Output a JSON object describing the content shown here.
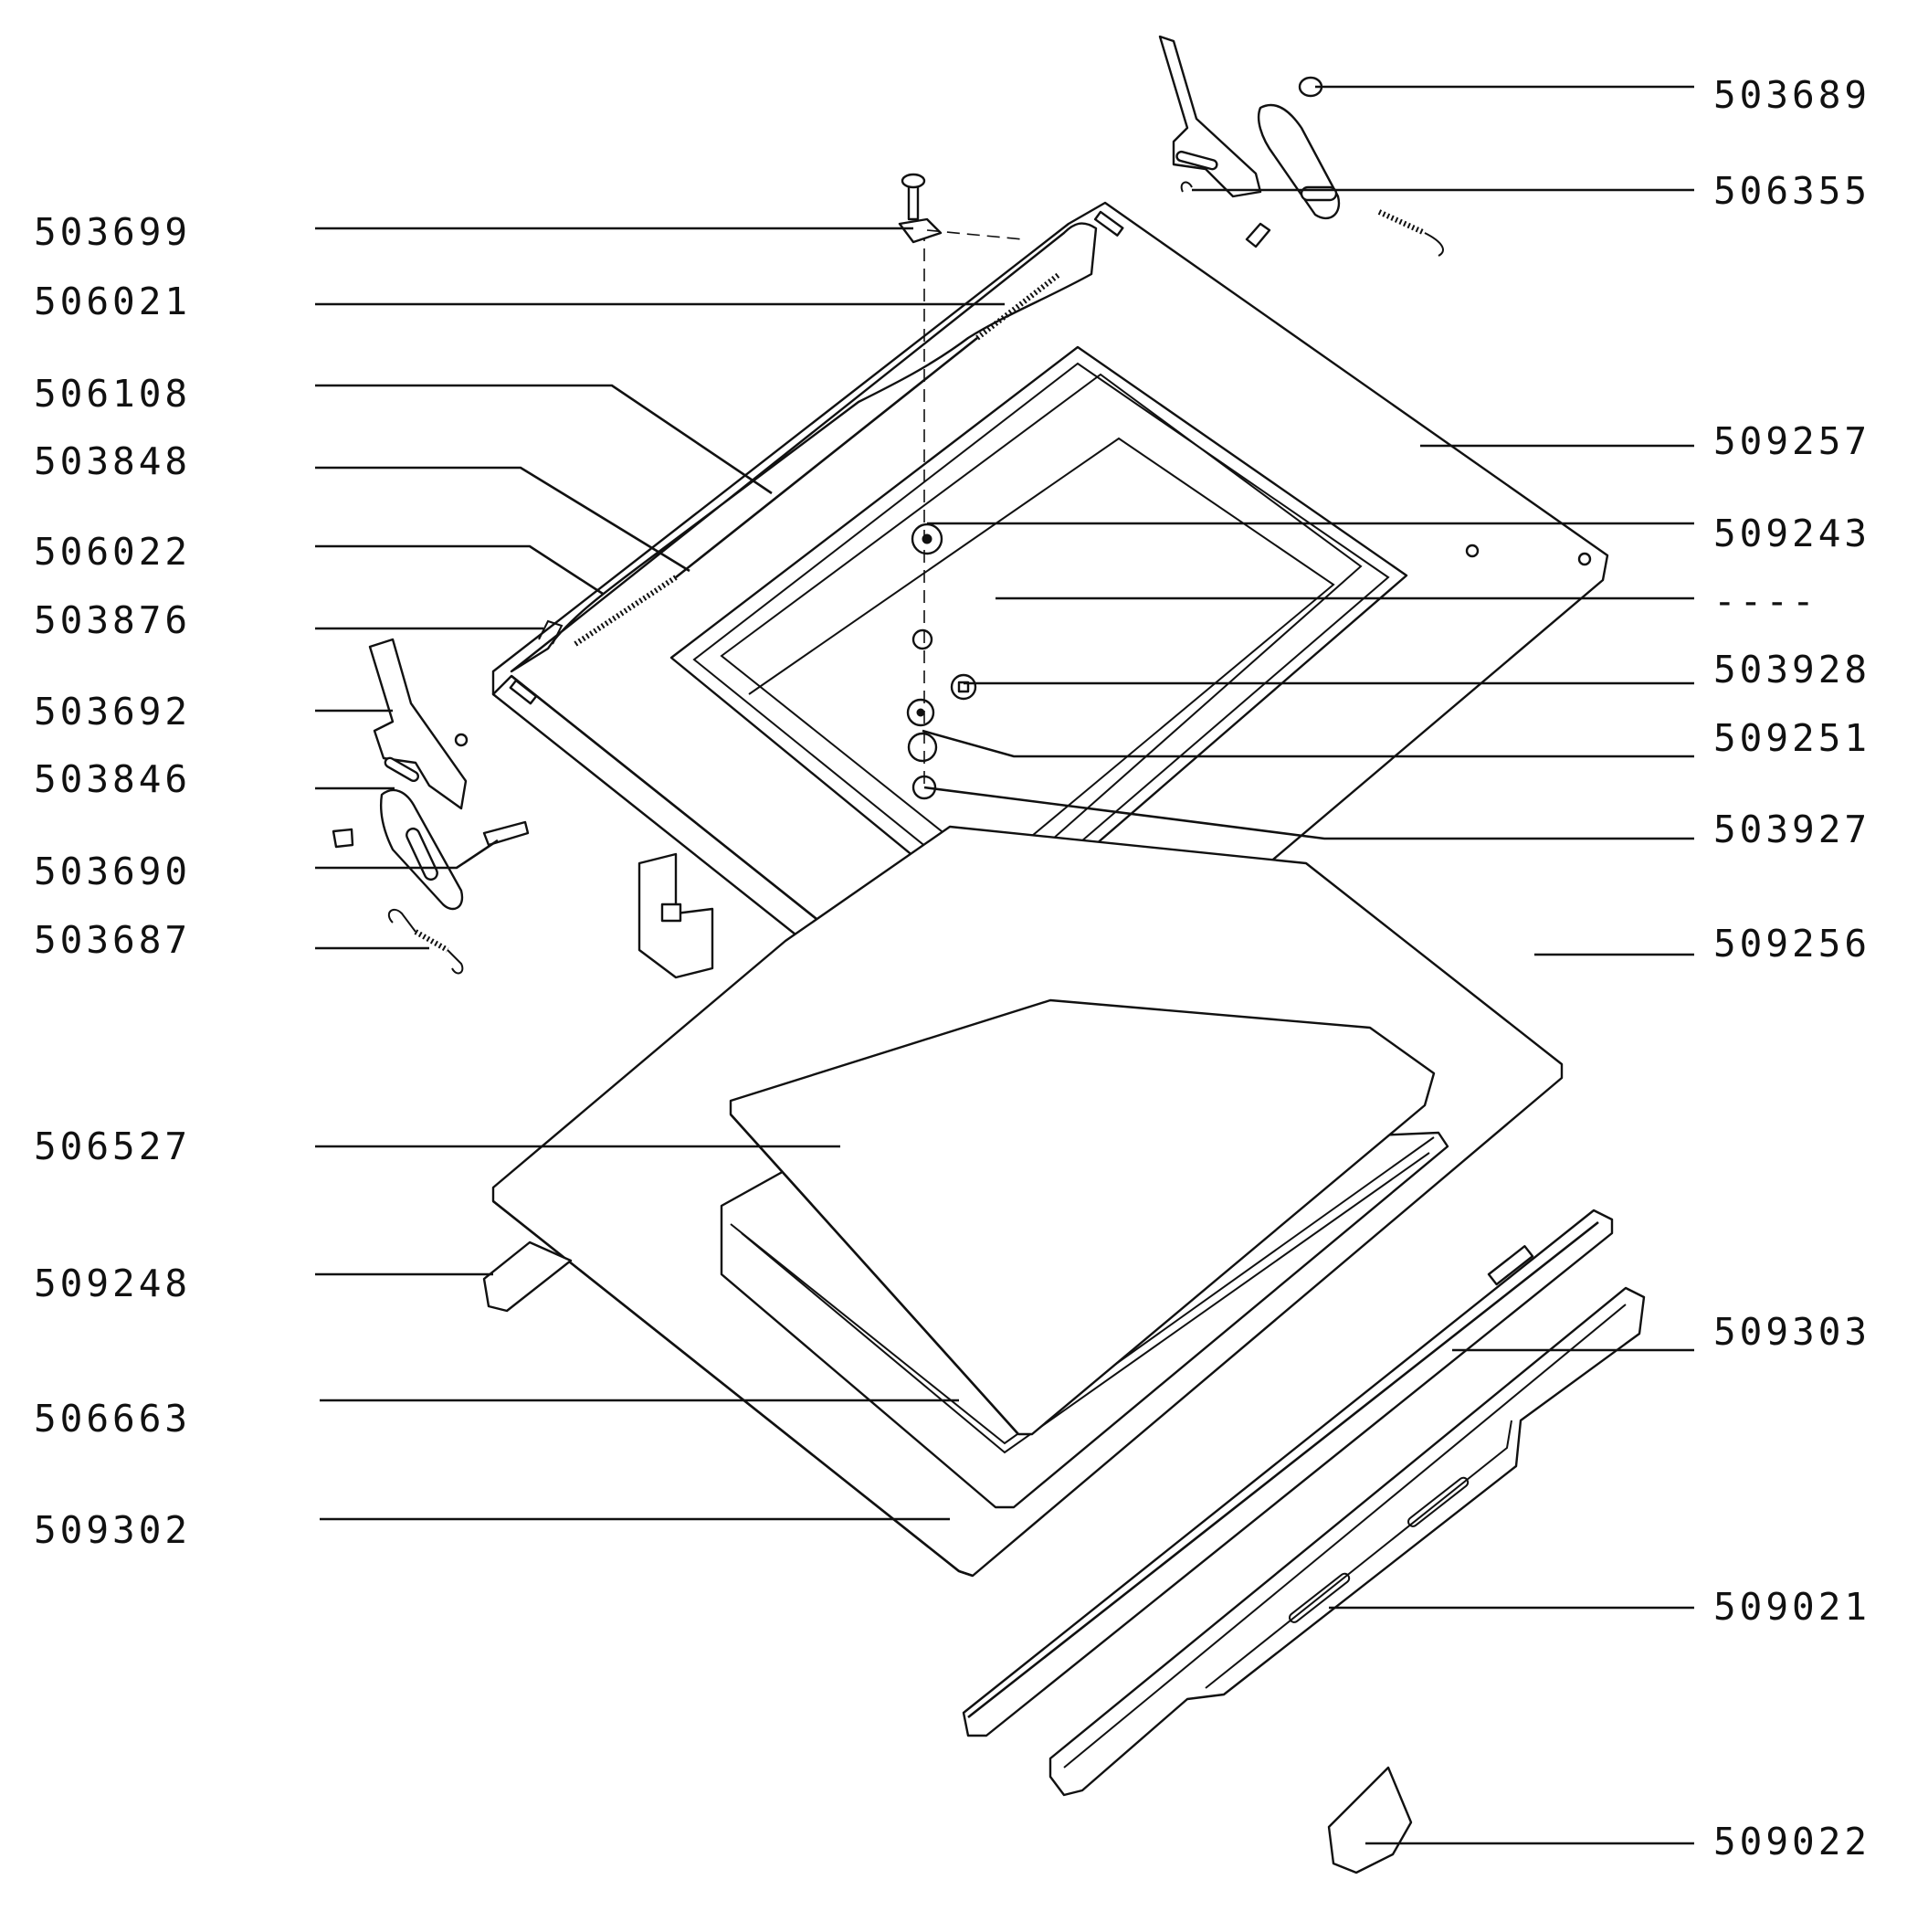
{
  "diagram": {
    "left_labels": [
      "503699",
      "506021",
      "506108",
      "503848",
      "506022",
      "503876",
      "503692",
      "503846",
      "503690",
      "503687",
      "506527",
      "509248",
      "506663",
      "509302"
    ],
    "right_labels": [
      "503689",
      "506355",
      "509257",
      "509243",
      "----",
      "503928",
      "509251",
      "503927",
      "509256",
      "509303",
      "509021",
      "509022"
    ]
  }
}
